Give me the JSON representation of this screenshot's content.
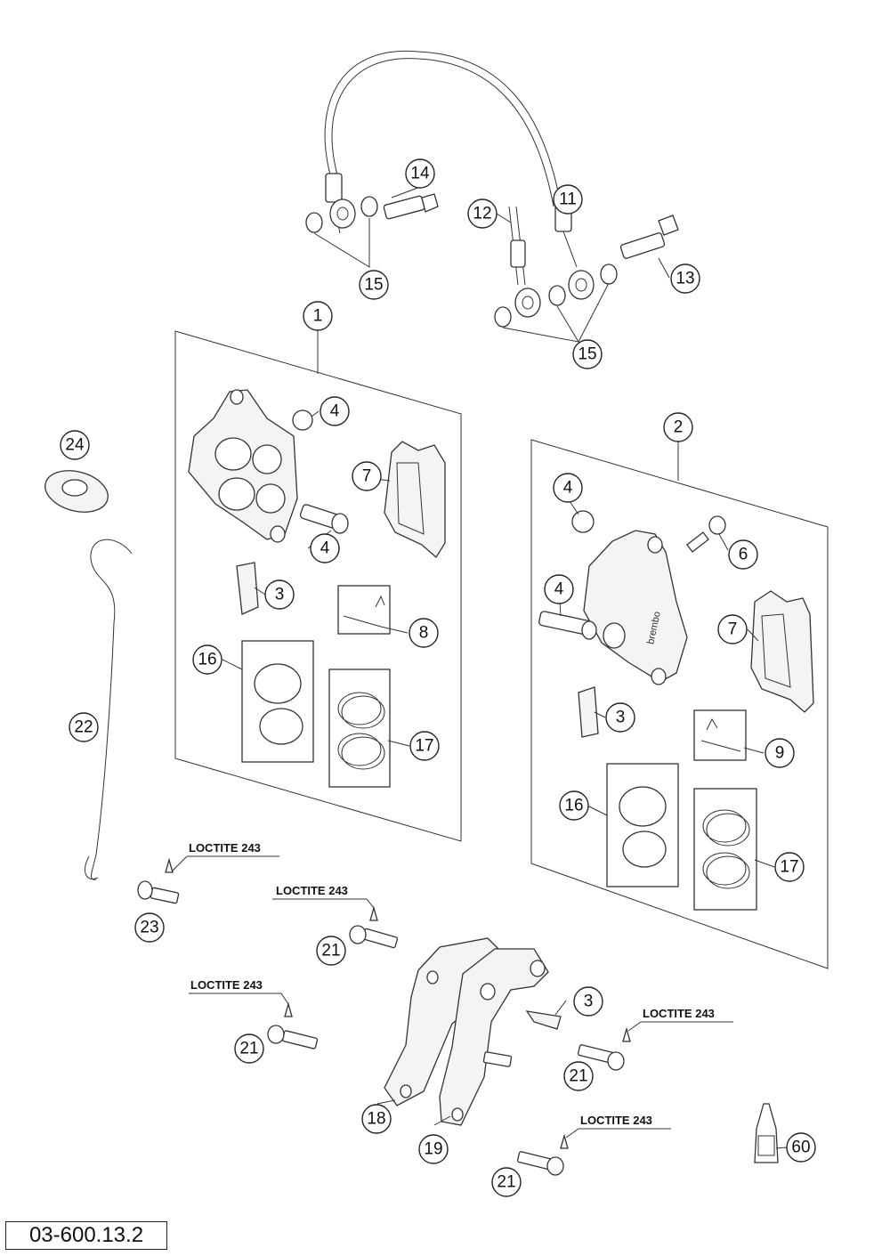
{
  "callouts": {
    "c1": "1",
    "c2": "2",
    "c3a": "3",
    "c3b": "3",
    "c3c": "3",
    "c4a": "4",
    "c4b": "4",
    "c4c": "4",
    "c4d": "4",
    "c6": "6",
    "c7a": "7",
    "c7b": "7",
    "c8": "8",
    "c9": "9",
    "c11": "11",
    "c12": "12",
    "c13": "13",
    "c14": "14",
    "c15a": "15",
    "c15b": "15",
    "c16a": "16",
    "c16b": "16",
    "c17a": "17",
    "c17b": "17",
    "c18": "18",
    "c19": "19",
    "c21a": "21",
    "c21b": "21",
    "c21c": "21",
    "c21d": "21",
    "c22": "22",
    "c23": "23",
    "c24": "24",
    "c60": "60"
  },
  "loctite": {
    "l1": "LOCTITE 243",
    "l2": "LOCTITE 243",
    "l3": "LOCTITE 243",
    "l4": "LOCTITE 243",
    "l5": "LOCTITE 243"
  },
  "caliper_brand": "brembo",
  "reference_number": "03-600.13.2"
}
